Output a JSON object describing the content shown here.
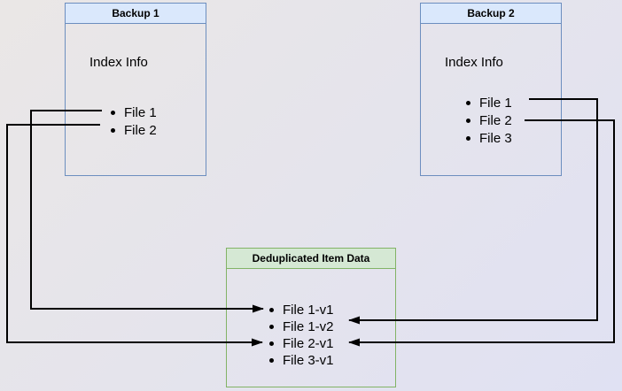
{
  "diagram": {
    "backup1": {
      "title": "Backup 1",
      "subtitle": "Index Info",
      "items": [
        "File 1",
        "File 2"
      ]
    },
    "backup2": {
      "title": "Backup 2",
      "subtitle": "Index Info",
      "items": [
        "File 1",
        "File 2",
        "File 3"
      ]
    },
    "dedup": {
      "title": "Deduplicated Item Data",
      "items": [
        "File 1-v1",
        "File 1-v2",
        "File 2-v1",
        "File 3-v1"
      ]
    },
    "connections": [
      {
        "from": "Backup 1 / File 1",
        "to": "File 1-v1",
        "side": "left"
      },
      {
        "from": "Backup 1 / File 2",
        "to": "File 2-v1",
        "side": "left"
      },
      {
        "from": "Backup 2 / File 1",
        "to": "File 1-v2",
        "side": "right"
      },
      {
        "from": "Backup 2 / File 2",
        "to": "File 2-v1",
        "side": "right"
      }
    ],
    "colors": {
      "blue_border": "#6c8ebf",
      "blue_fill": "#dae8fc",
      "green_border": "#82b366",
      "green_fill": "#d5e8d4",
      "arrow": "#000000",
      "text": "#000000",
      "bg_top_left": "#eae7e6",
      "bg_mid": "#e5e4ec",
      "bg_bottom_right": "#e0e1f3"
    }
  }
}
